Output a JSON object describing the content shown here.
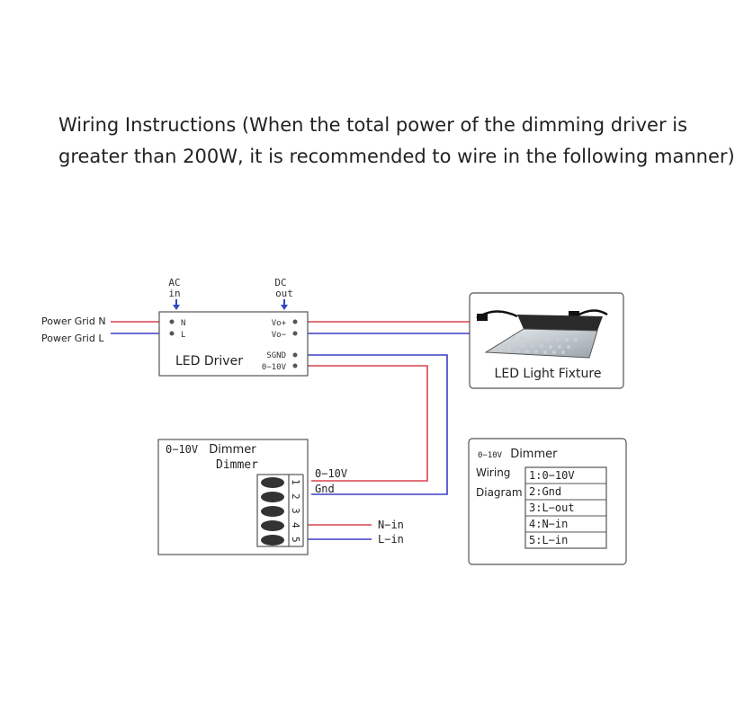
{
  "heading": {
    "line1": "Wiring Instructions (When the total power of the dimming driver is",
    "line2": "greater than 200W, it is recommended to wire in the following manner)"
  },
  "colors": {
    "live_wire": "#d9434e",
    "neutral_wire": "#3b3fc4",
    "outline": "#555555"
  },
  "driver": {
    "ac_label_1": "AC",
    "ac_label_2": "in",
    "dc_label_1": "DC",
    "dc_label_2": "out",
    "terminal_n": "N",
    "terminal_l": "L",
    "terminal_vo_plus": "Vo+",
    "terminal_vo_minus": "Vo−",
    "terminal_sgnd": "SGND",
    "terminal_010v": "0−10V",
    "name": "LED Driver"
  },
  "grid": {
    "n_label": "Power Grid N",
    "l_label": "Power Grid L"
  },
  "fixture": {
    "name": "LED Light Fixture",
    "icon": "led-floodlight-icon"
  },
  "dimmer": {
    "title_prefix": "0−10V",
    "title_word": "Dimmer",
    "subtitle": "Dimmer",
    "pins": [
      "1",
      "2",
      "3",
      "4",
      "5"
    ],
    "wire_010v": "0−10V",
    "wire_gnd": "Gnd",
    "wire_nin": "N−in",
    "wire_lin": "L−in"
  },
  "legend": {
    "title_prefix": "0−10V",
    "title_word": "Dimmer",
    "label_wiring": "Wiring",
    "label_diagram": "Diagram",
    "rows": [
      "1:0−10V",
      "2:Gnd",
      "3:L−out",
      "4:N−in",
      "5:L−in"
    ]
  }
}
